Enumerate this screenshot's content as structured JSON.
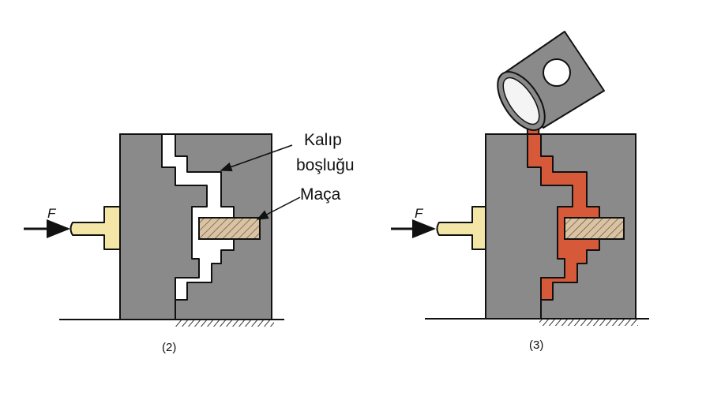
{
  "labels": {
    "cavity_line1": "Kalıp",
    "cavity_line2": "boşluğu",
    "core": "Maça",
    "force_left": "F",
    "force_right": "F",
    "caption_left": "(2)",
    "caption_right": "(3)"
  },
  "colors": {
    "mold": "#8a8a8a",
    "ram": "#f3e6a6",
    "core": "#d9c3a2",
    "molten_metal": "#d65a3a",
    "line": "#111111"
  }
}
